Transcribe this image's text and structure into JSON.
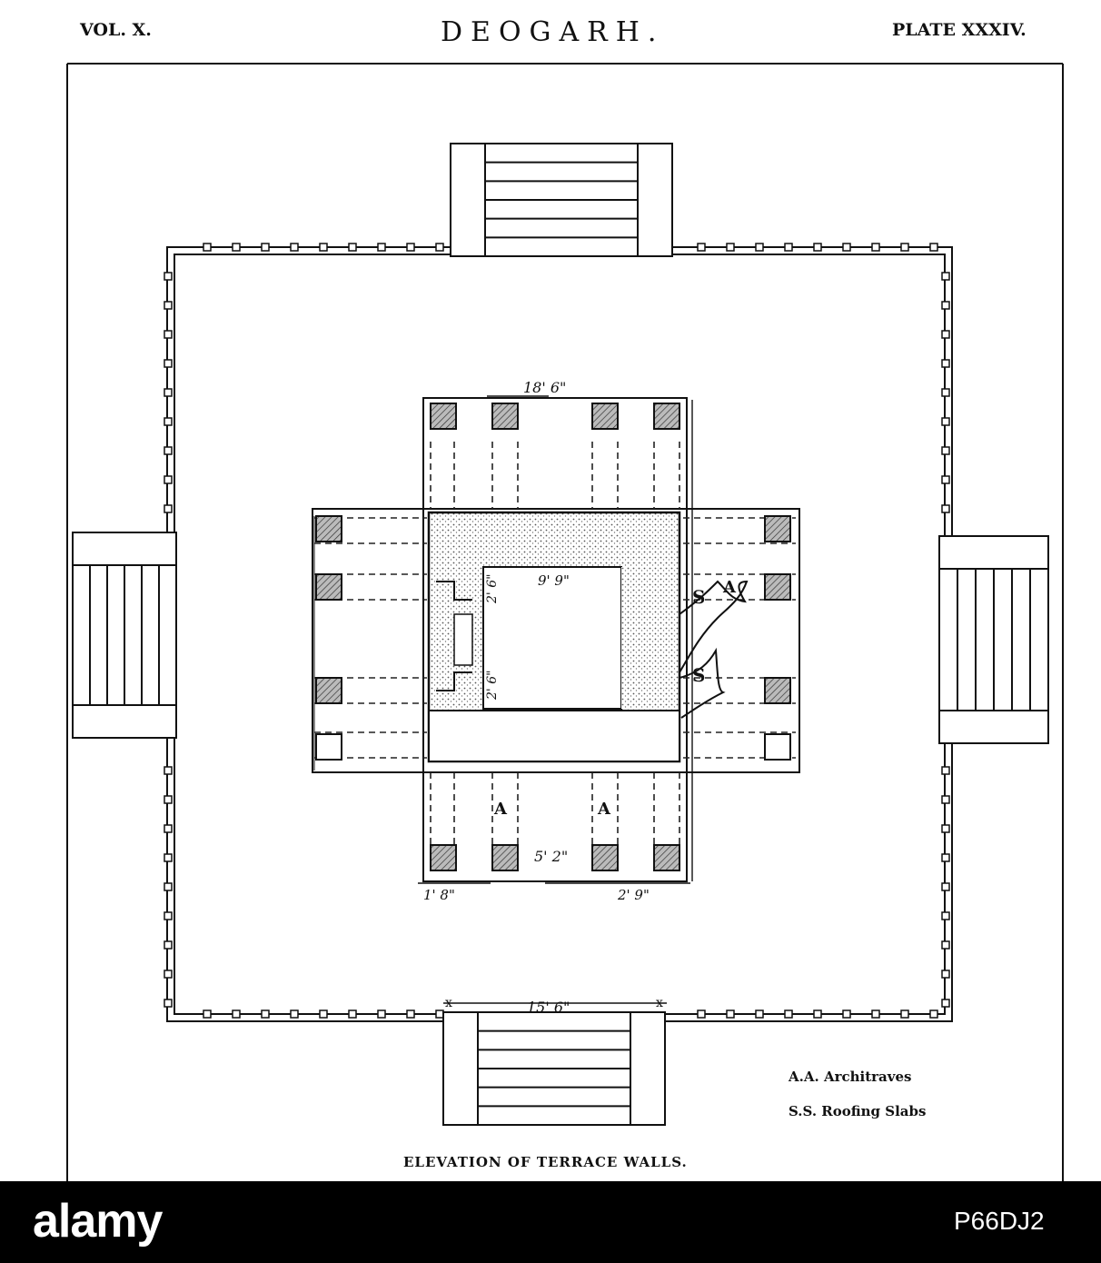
{
  "header": {
    "volume": "VOL. X.",
    "title": "DEOGARH.",
    "plate": "PLATE XXXIV."
  },
  "dimensions": {
    "top_width": "18' 6\"",
    "inner_width": "9' 9\"",
    "left_upper": "2' 6\"",
    "left_lower": "2' 6\"",
    "bottom_span": "5' 2\"",
    "bottom_left": "1' 8\"",
    "bottom_right": "2' 9\"",
    "stair_width": "15' 6\""
  },
  "labels": {
    "a": "A",
    "s": "S",
    "x": "x"
  },
  "legend": {
    "line1": "A.A. Architraves",
    "line2": "S.S. Roofing Slabs"
  },
  "caption": "ELEVATION OF TERRACE WALLS.",
  "watermark": {
    "brand": "alamy",
    "id": "P66DJ2"
  }
}
